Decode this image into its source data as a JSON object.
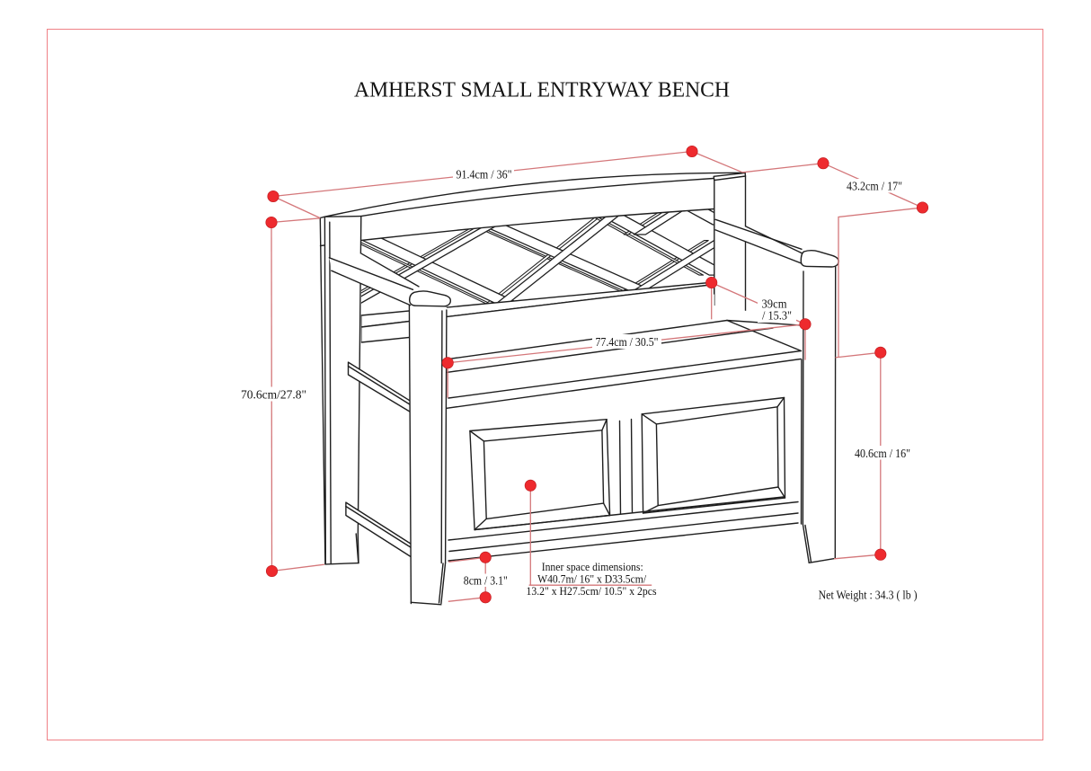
{
  "page": {
    "background": "#ffffff",
    "border_color": "#ef8186"
  },
  "title": "AMHERST SMALL ENTRYWAY BENCH",
  "drawing": {
    "type": "product-dimension-diagram",
    "line_color": "#1c1c1c",
    "dimension_line_color": "#d4777a",
    "dimension_dot_color": "#ee2a2e"
  },
  "annotations": {
    "overall_width": "91.4cm / 36\"",
    "overall_depth": "43.2cm / 17\"",
    "overall_height": "70.6cm/27.8\"",
    "seat_inner_width": "77.4cm / 30.5\"",
    "seat_depth_line1": "39cm",
    "seat_depth_line2": "/ 15.3\"",
    "seat_height": "40.6cm / 16\"",
    "ground_clearance": "8cm / 3.1\"",
    "inner_space_line1": "Inner space dimensions:",
    "inner_space_line2": "W40.7m/ 16\" x D33.5cm/",
    "inner_space_line3": "13.2\" x H27.5cm/ 10.5\" x 2pcs",
    "net_weight": "Net Weight : 34.3 ( lb )"
  }
}
